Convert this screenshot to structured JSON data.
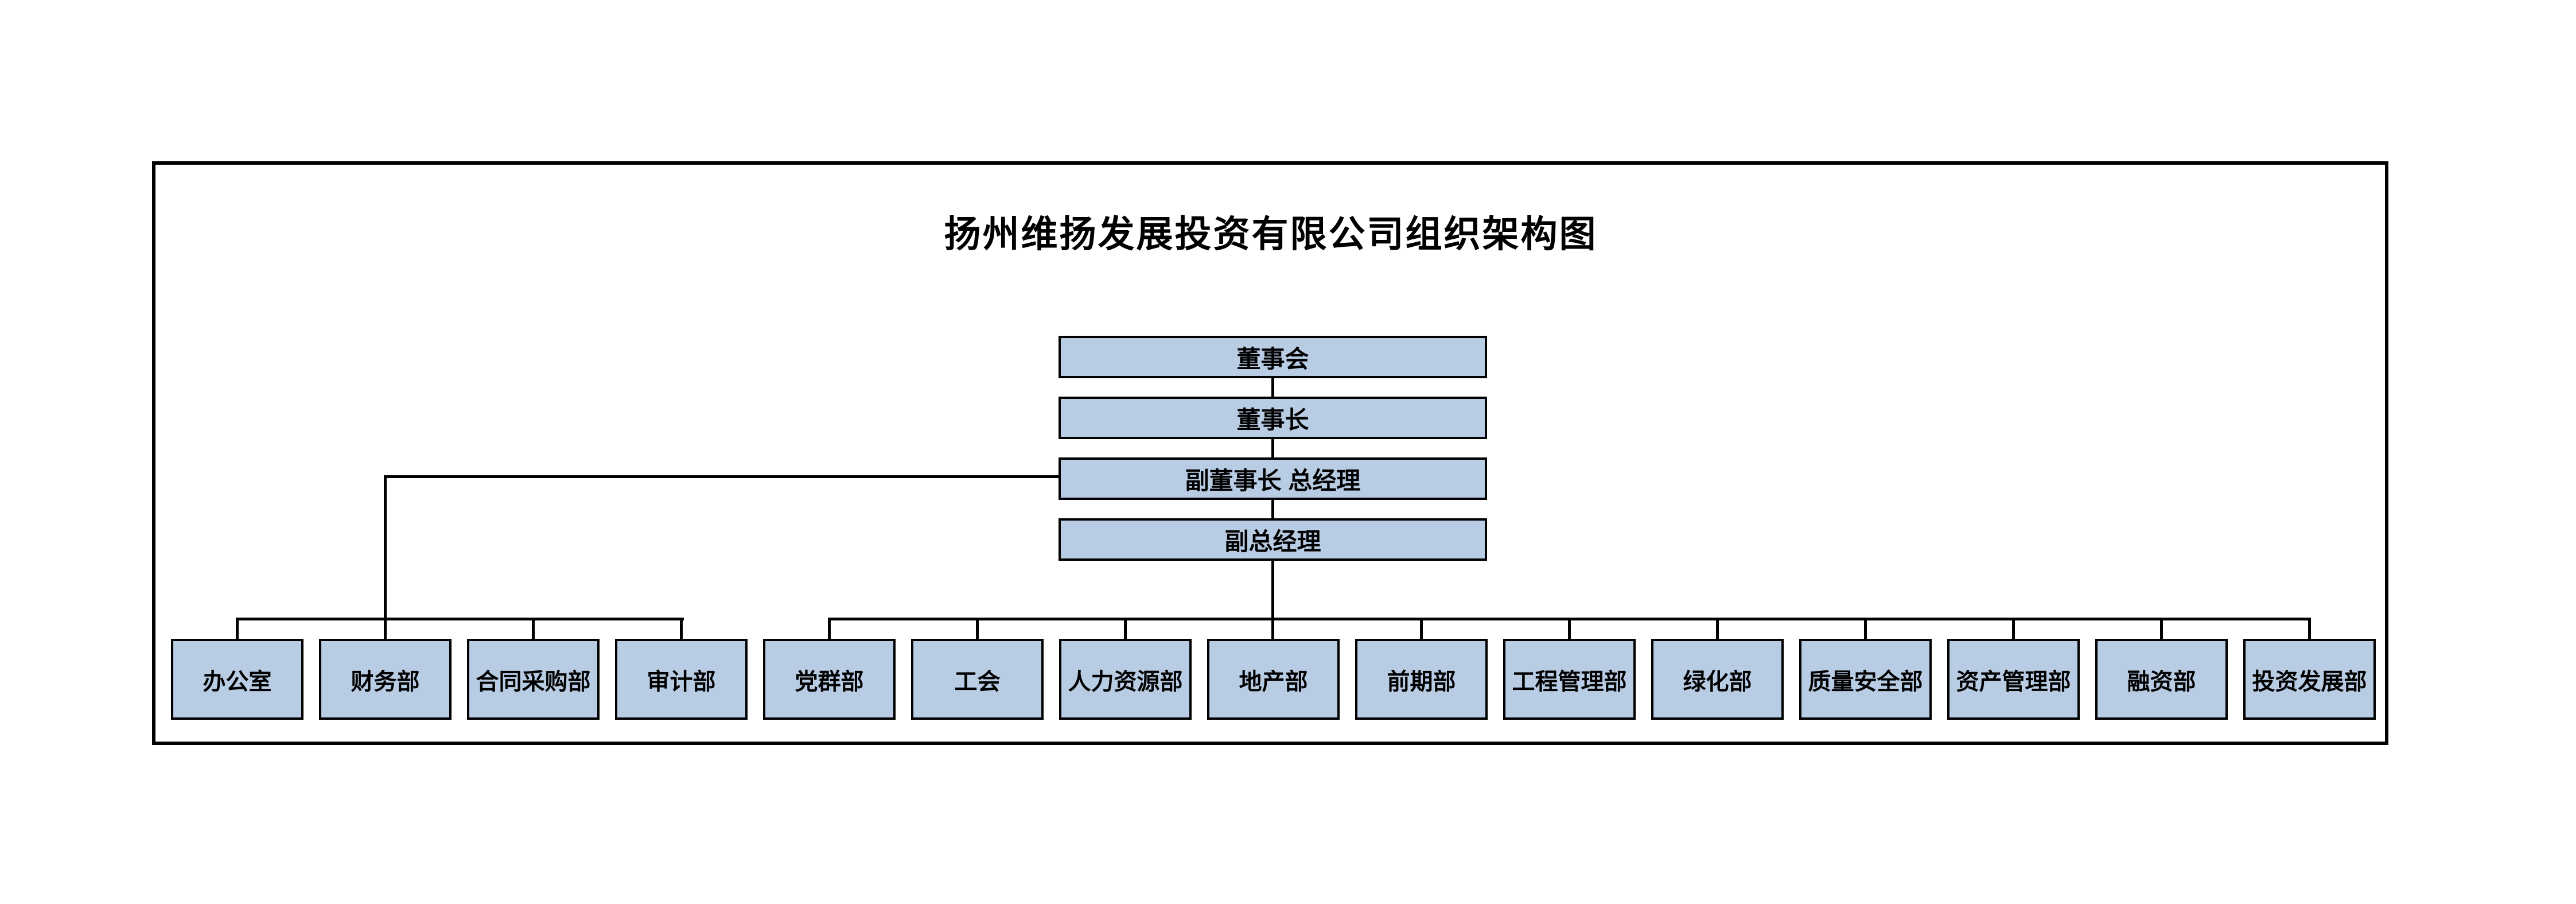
{
  "title": {
    "text": "扬州维扬发展投资有限公司组织架构图"
  },
  "org_chart": {
    "colors": {
      "box_fill": "#b8cce4",
      "box_border": "#000000",
      "line": "#000000",
      "background": "#ffffff"
    },
    "levels": [
      {
        "label": "董事会"
      },
      {
        "label": "董事长"
      },
      {
        "label": "副董事长 总经理"
      },
      {
        "label": "副总经理"
      }
    ],
    "departments": [
      {
        "label": "办公室",
        "group": "vice-chairman-gm-branch"
      },
      {
        "label": "财务部",
        "group": "vice-chairman-gm-branch"
      },
      {
        "label": "合同采购部",
        "group": "vice-chairman-gm-branch"
      },
      {
        "label": "审计部",
        "group": "vice-chairman-gm-branch"
      },
      {
        "label": "党群部",
        "group": "deputy-gm-branch"
      },
      {
        "label": "工会",
        "group": "deputy-gm-branch"
      },
      {
        "label": "人力资源部",
        "group": "deputy-gm-branch"
      },
      {
        "label": "地产部",
        "group": "deputy-gm-branch"
      },
      {
        "label": "前期部",
        "group": "deputy-gm-branch"
      },
      {
        "label": "工程管理部",
        "group": "deputy-gm-branch"
      },
      {
        "label": "绿化部",
        "group": "deputy-gm-branch"
      },
      {
        "label": "质量安全部",
        "group": "deputy-gm-branch"
      },
      {
        "label": "资产管理部",
        "group": "deputy-gm-branch"
      },
      {
        "label": "融资部",
        "group": "deputy-gm-branch"
      },
      {
        "label": "投资发展部",
        "group": "deputy-gm-branch"
      }
    ]
  }
}
